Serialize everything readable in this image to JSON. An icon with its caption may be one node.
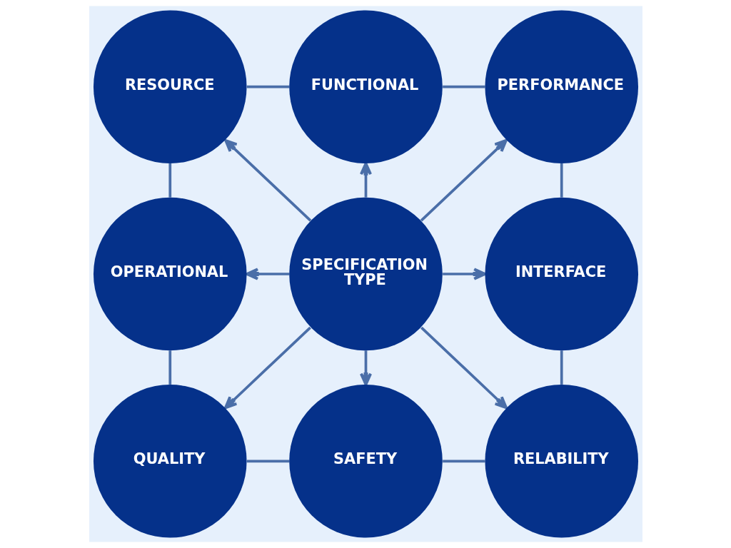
{
  "diagram": {
    "nodes": [
      {
        "text": [
          "FUNCTIONAL"
        ]
      },
      {
        "text": [
          "RESOURCE"
        ]
      },
      {
        "text": [
          "PERFORMANCE"
        ]
      },
      {
        "text": [
          "OPERATIONAL"
        ]
      },
      {
        "text": [
          "SPECIFICATION TYPE"
        ]
      },
      {
        "text": [
          "INTERFACE"
        ]
      },
      {
        "text": [
          "QUALITY"
        ]
      },
      {
        "text": [
          "RELABILITY"
        ]
      },
      {
        "text": [
          "SAFETY"
        ]
      }
    ],
    "edges": [
      {
        "from": 4,
        "to": 0,
        "arrow": "to"
      },
      {
        "from": 4,
        "to": 2,
        "arrow": "to"
      },
      {
        "from": 4,
        "to": 5,
        "arrow": "to"
      },
      {
        "from": 4,
        "to": 7,
        "arrow": "to"
      },
      {
        "from": 4,
        "to": 8,
        "arrow": "to"
      },
      {
        "from": 4,
        "to": 6,
        "arrow": "to"
      },
      {
        "from": 4,
        "to": 3,
        "arrow": "to"
      },
      {
        "from": 4,
        "to": 1,
        "arrow": "to"
      },
      {
        "from": 0,
        "to": 2,
        "arrow": "none"
      },
      {
        "from": 2,
        "to": 5,
        "arrow": "none"
      },
      {
        "from": 5,
        "to": 7,
        "arrow": "none"
      },
      {
        "from": 7,
        "to": 8,
        "arrow": "none"
      },
      {
        "from": 8,
        "to": 6,
        "arrow": "none"
      },
      {
        "from": 6,
        "to": 3,
        "arrow": "none"
      },
      {
        "from": 3,
        "to": 1,
        "arrow": "none"
      },
      {
        "from": 1,
        "to": 0,
        "arrow": "none"
      }
    ]
  }
}
